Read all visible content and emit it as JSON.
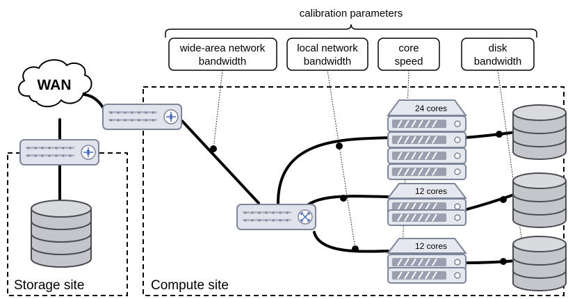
{
  "header": {
    "label": "calibration parameters"
  },
  "params": [
    {
      "line1": "wide-area network",
      "line2": "bandwidth"
    },
    {
      "line1": "local network",
      "line2": "bandwidth"
    },
    {
      "line1": "core",
      "line2": "speed"
    },
    {
      "line1": "disk",
      "line2": "bandwidth"
    }
  ],
  "wan": {
    "label": "WAN"
  },
  "sites": {
    "storage": {
      "label": "Storage site"
    },
    "compute": {
      "label": "Compute site"
    }
  },
  "servers": [
    {
      "cores_label": "24 cores"
    },
    {
      "cores_label": "12 cores"
    },
    {
      "cores_label": "12 cores"
    }
  ],
  "colors": {
    "device_fill": "#dfe2ea",
    "device_stroke": "#7d8598",
    "disk_fill": "#c4c6cc",
    "disk_stroke": "#4a4c52"
  }
}
